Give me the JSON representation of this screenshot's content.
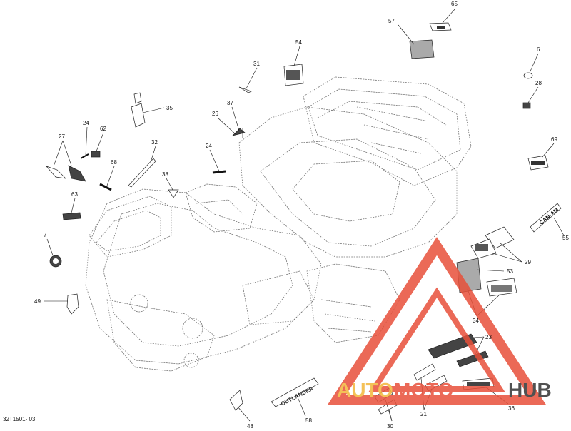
{
  "diagram_id": "32T1501- 03",
  "watermark": {
    "part1": "AUTO",
    "part2": "MOTO",
    "part3": "HUB",
    "color_primary": "#e8503a",
    "color_secondary": "#f3b73a",
    "color_dark": "#333333"
  },
  "callouts": [
    "65",
    "57",
    "54",
    "6",
    "31",
    "28",
    "37",
    "35",
    "26",
    "24",
    "62",
    "27",
    "32",
    "69",
    "24",
    "68",
    "38",
    "63",
    "55",
    "7",
    "29",
    "53",
    "49",
    "34",
    "23",
    "58",
    "36",
    "48",
    "30",
    "21"
  ]
}
